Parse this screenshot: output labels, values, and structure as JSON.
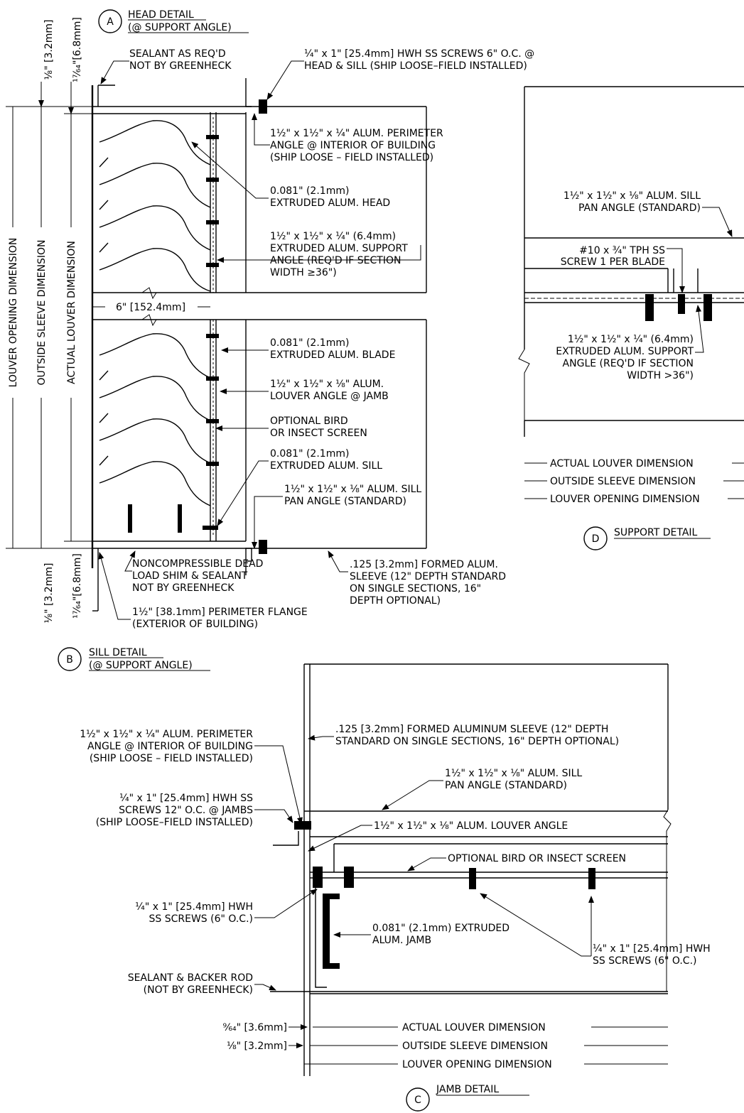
{
  "details": {
    "A": {
      "letter": "A",
      "title": "HEAD DETAIL",
      "subtitle": "(@ SUPPORT ANGLE)"
    },
    "B": {
      "letter": "B",
      "title": "SILL DETAIL",
      "subtitle": "(@ SUPPORT ANGLE)"
    },
    "C": {
      "letter": "C",
      "title": "JAMB DETAIL"
    },
    "D": {
      "letter": "D",
      "title": "SUPPORT DETAIL"
    }
  },
  "head": {
    "sealant": [
      "SEALANT AS REQ'D",
      "NOT BY GREENHECK"
    ],
    "screws": [
      "¼\" x 1\" [25.4mm] HWH SS SCREWS 6\" O.C. @",
      "HEAD & SILL (SHIP LOOSE–FIELD INSTALLED)"
    ],
    "perimeter_angle": [
      "1½\" x 1½\" x ¼\" ALUM. PERIMETER",
      "ANGLE @ INTERIOR OF BUILDING",
      "(SHIP LOOSE – FIELD INSTALLED)"
    ],
    "head_ext": [
      "0.081\" (2.1mm)",
      "EXTRUDED ALUM. HEAD"
    ],
    "support_angle": [
      "1½\" x 1½\" x ¼\" (6.4mm)",
      "EXTRUDED ALUM. SUPPORT",
      "ANGLE (REQ'D IF SECTION",
      "WIDTH ≥36\")"
    ],
    "dim_top_a": "⅛\" [3.2mm]",
    "dim_top_b": "¹⁷⁄₆₄\"[6.8mm]"
  },
  "section": {
    "depth_dim": "6\" [152.4mm]",
    "louver_opening": "LOUVER OPENING DIMENSION",
    "outside_sleeve": "OUTSIDE SLEEVE DIMENSION",
    "actual_louver": "ACTUAL LOUVER DIMENSION",
    "blade": [
      "0.081\" (2.1mm)",
      "EXTRUDED ALUM. BLADE"
    ],
    "louver_angle": [
      "1½\" x 1½\" x ⅛\" ALUM.",
      "LOUVER ANGLE @ JAMB"
    ],
    "screen": [
      "OPTIONAL BIRD",
      "OR INSECT SCREEN"
    ],
    "sill": [
      "0.081\" (2.1mm)",
      "EXTRUDED ALUM. SILL"
    ],
    "sill_pan": [
      "1½\" x 1½\" x ⅛\" ALUM. SILL",
      "PAN ANGLE (STANDARD)"
    ]
  },
  "sill": {
    "shim": [
      "NONCOMPRESSIBLE DEAD",
      "LOAD SHIM & SEALANT",
      "NOT BY GREENHECK"
    ],
    "sleeve": [
      ".125 [3.2mm] FORMED ALUM.",
      "SLEEVE (12\" DEPTH STANDARD",
      "ON SINGLE SECTIONS, 16\"",
      "DEPTH OPTIONAL)"
    ],
    "flange": [
      "1½\" [38.1mm] PERIMETER FLANGE",
      "(EXTERIOR OF BUILDING)"
    ],
    "dim_bot_a": "⅛\" [3.2mm]",
    "dim_bot_b": "¹⁷⁄₆₄\"[6.8mm]"
  },
  "support": {
    "sill_pan": [
      "1½\" x 1½\" x ⅛\" ALUM. SILL",
      "PAN ANGLE (STANDARD)"
    ],
    "screw": [
      "#10 x ¾\" TPH SS",
      "SCREW 1 PER BLADE"
    ],
    "support_angle": [
      "1½\" x 1½\" x ¼\" (6.4mm)",
      "EXTRUDED ALUM. SUPPORT",
      "ANGLE (REQ'D IF SECTION",
      "WIDTH >36\")"
    ],
    "actual": "ACTUAL LOUVER DIMENSION",
    "outside": "OUTSIDE SLEEVE DIMENSION",
    "opening": "LOUVER OPENING DIMENSION"
  },
  "jamb": {
    "sleeve": [
      ".125 [3.2mm] FORMED ALUMINUM SLEEVE (12\" DEPTH",
      "STANDARD ON SINGLE SECTIONS, 16\" DEPTH OPTIONAL)"
    ],
    "perimeter_angle": [
      "1½\" x 1½\" x ¼\" ALUM. PERIMETER",
      "ANGLE @ INTERIOR OF BUILDING",
      "(SHIP LOOSE – FIELD INSTALLED)"
    ],
    "sill_pan": [
      "1½\" x 1½\" x ⅛\" ALUM. SILL",
      "PAN ANGLE (STANDARD)"
    ],
    "screws12": [
      "¼\" x 1\" [25.4mm] HWH SS",
      "SCREWS 12\" O.C. @ JAMBS",
      "(SHIP LOOSE–FIELD INSTALLED)"
    ],
    "louver_angle": "1½\" x 1½\" x ⅛\" ALUM. LOUVER ANGLE",
    "screen": "OPTIONAL BIRD OR INSECT SCREEN",
    "screws6_left": [
      "¼\" x 1\" [25.4mm] HWH",
      "SS SCREWS (6\" O.C.)"
    ],
    "jamb_ext": [
      "0.081\" (2.1mm) EXTRUDED",
      "ALUM. JAMB"
    ],
    "screws6_right": [
      "¼\" x 1\" [25.4mm] HWH",
      "SS SCREWS (6\" O.C.)"
    ],
    "backer": [
      "SEALANT & BACKER ROD",
      "(NOT BY GREENHECK)"
    ],
    "dim_a": "⁹⁄₆₄\" [3.6mm]",
    "dim_b": "⅛\" [3.2mm]",
    "actual": "ACTUAL LOUVER DIMENSION",
    "outside": "OUTSIDE SLEEVE DIMENSION",
    "opening": "LOUVER OPENING DIMENSION"
  }
}
